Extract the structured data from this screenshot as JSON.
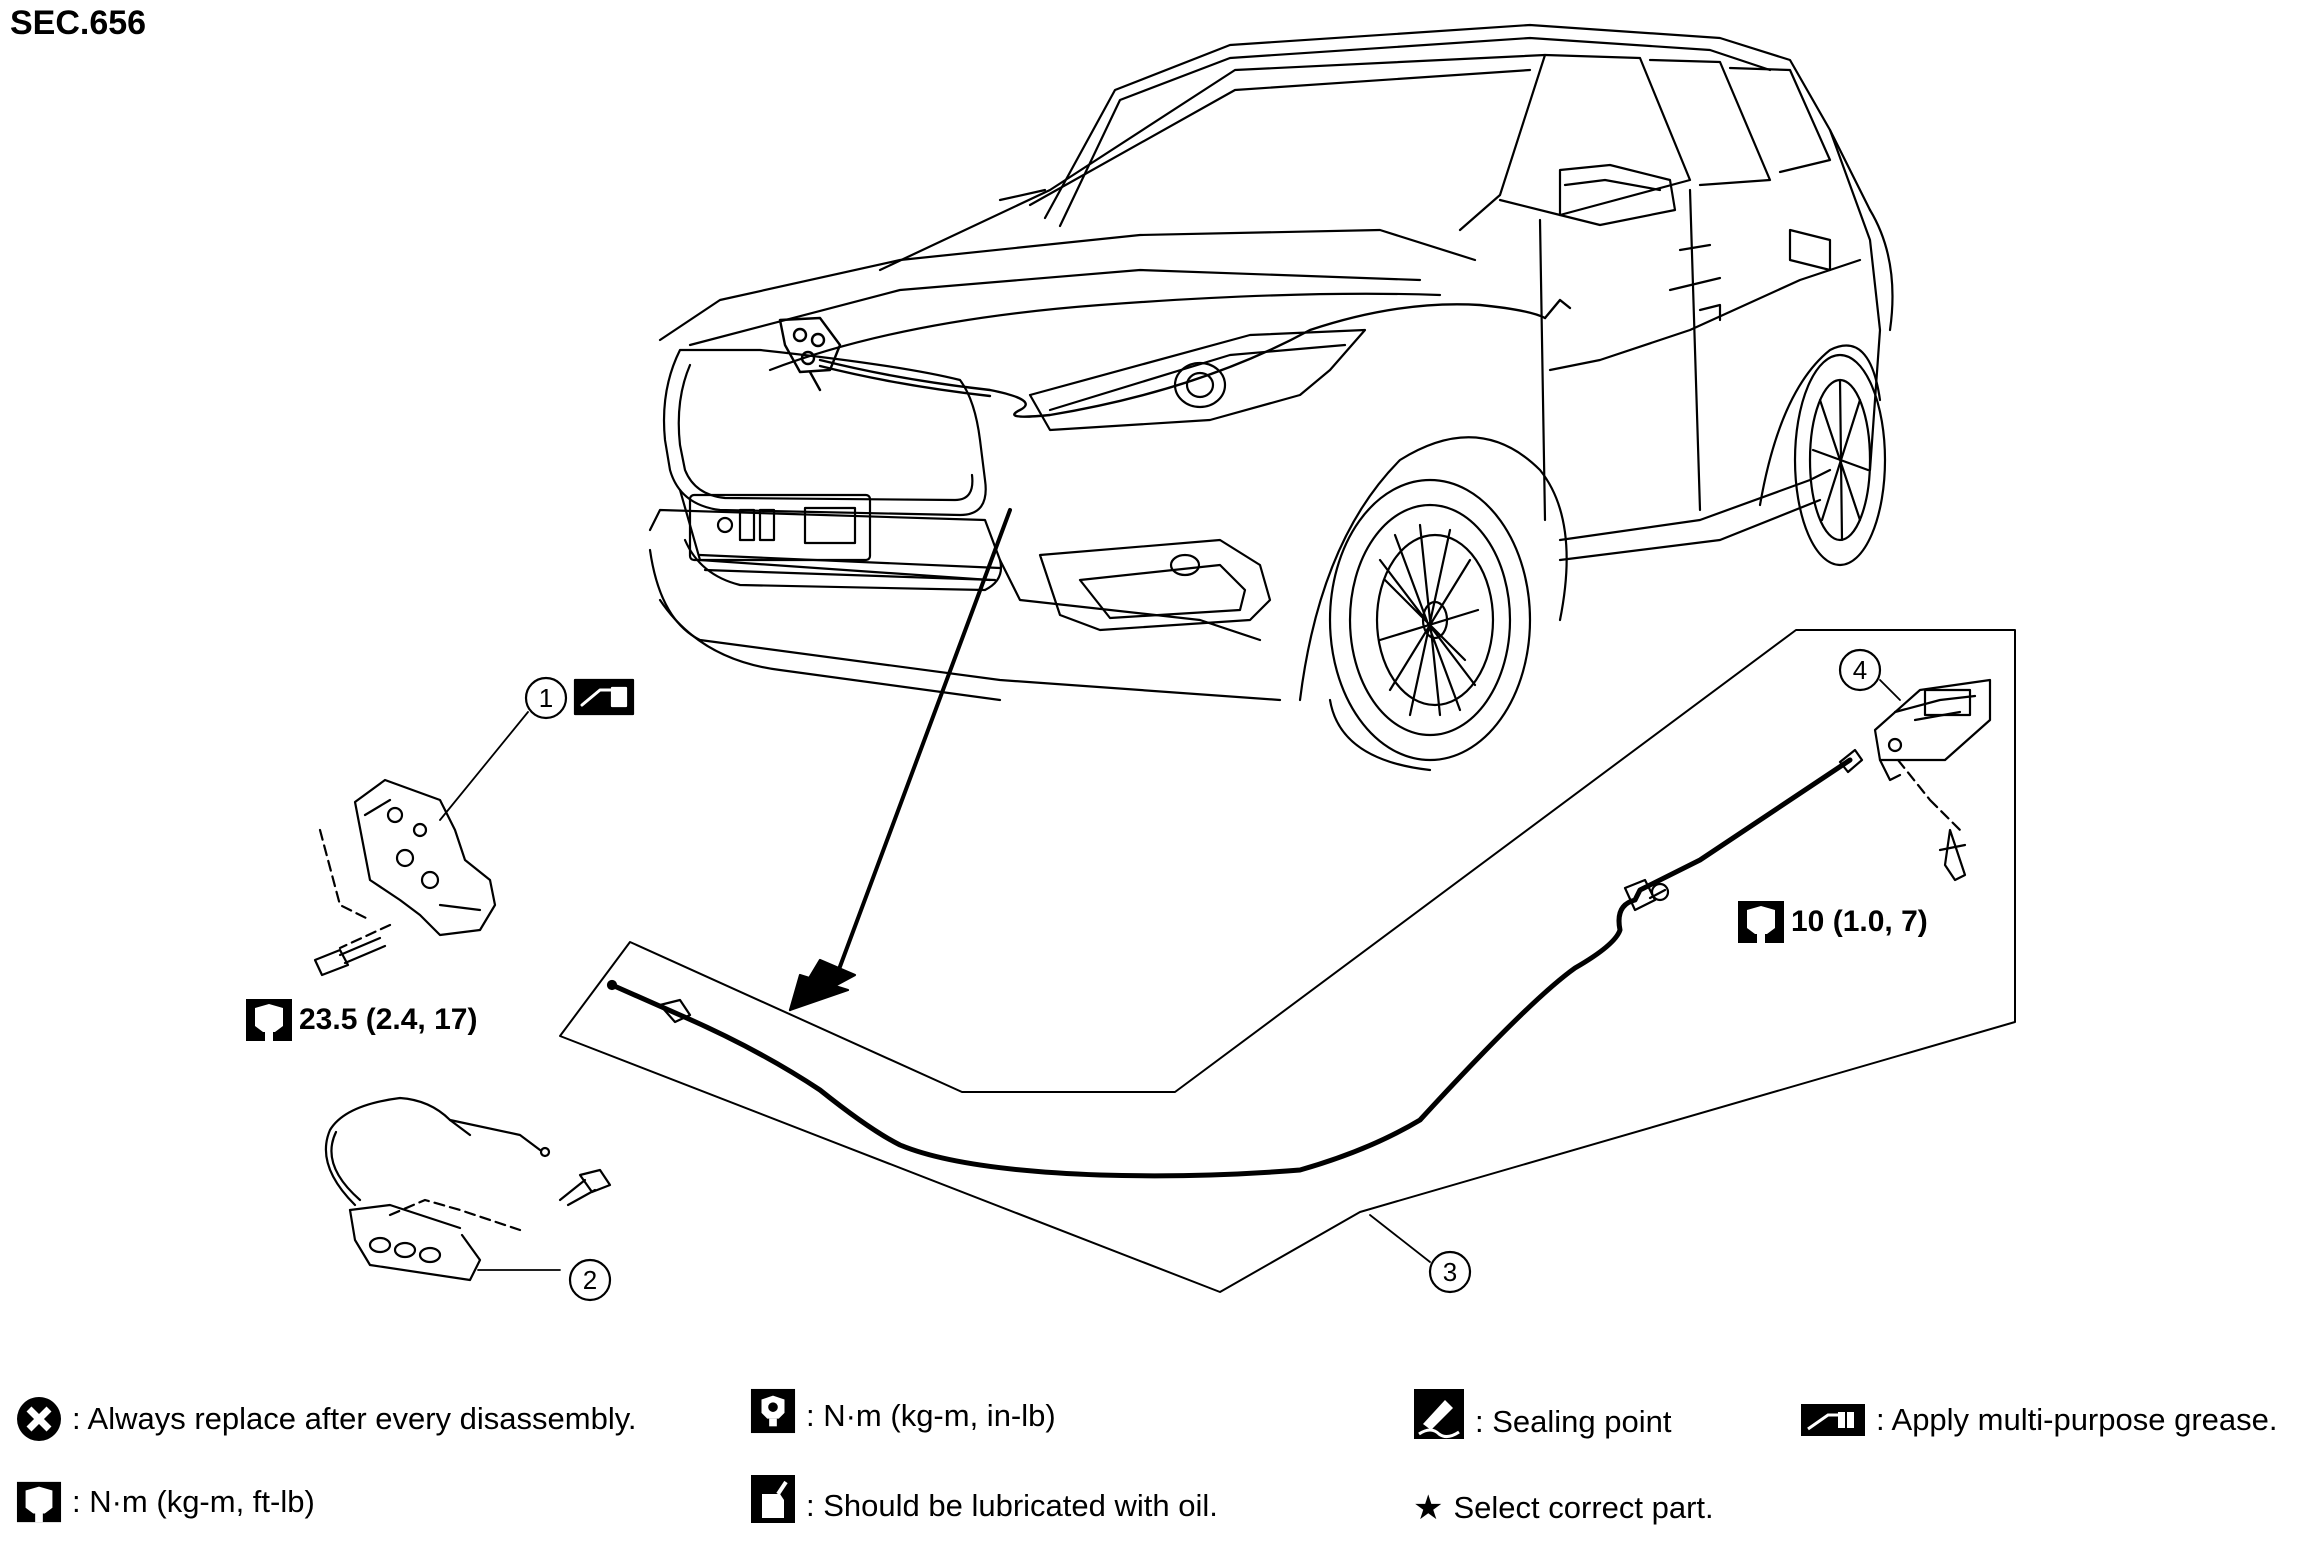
{
  "section": "SEC.656",
  "callouts": [
    "1",
    "2",
    "3",
    "4"
  ],
  "torque": {
    "latch": "23.5 (2.4, 17)",
    "lever": "10 (1.0, 7)"
  },
  "legend": {
    "always_replace": ": Always replace after every disassembly.",
    "nm_ftlb": ": N·m (kg-m, ft-lb)",
    "nm_inlb": ": N·m (kg-m, in-lb)",
    "lubricate_oil": ": Should be lubricated with oil.",
    "sealing_point": ": Sealing point",
    "select_part": "Select correct part.",
    "grease": ": Apply multi-purpose grease."
  },
  "icons": [
    "x-circle-icon",
    "torque-wrench-icon",
    "torque-wrench-small-icon",
    "oil-can-icon",
    "sealing-icon",
    "star-icon",
    "grease-icon"
  ]
}
